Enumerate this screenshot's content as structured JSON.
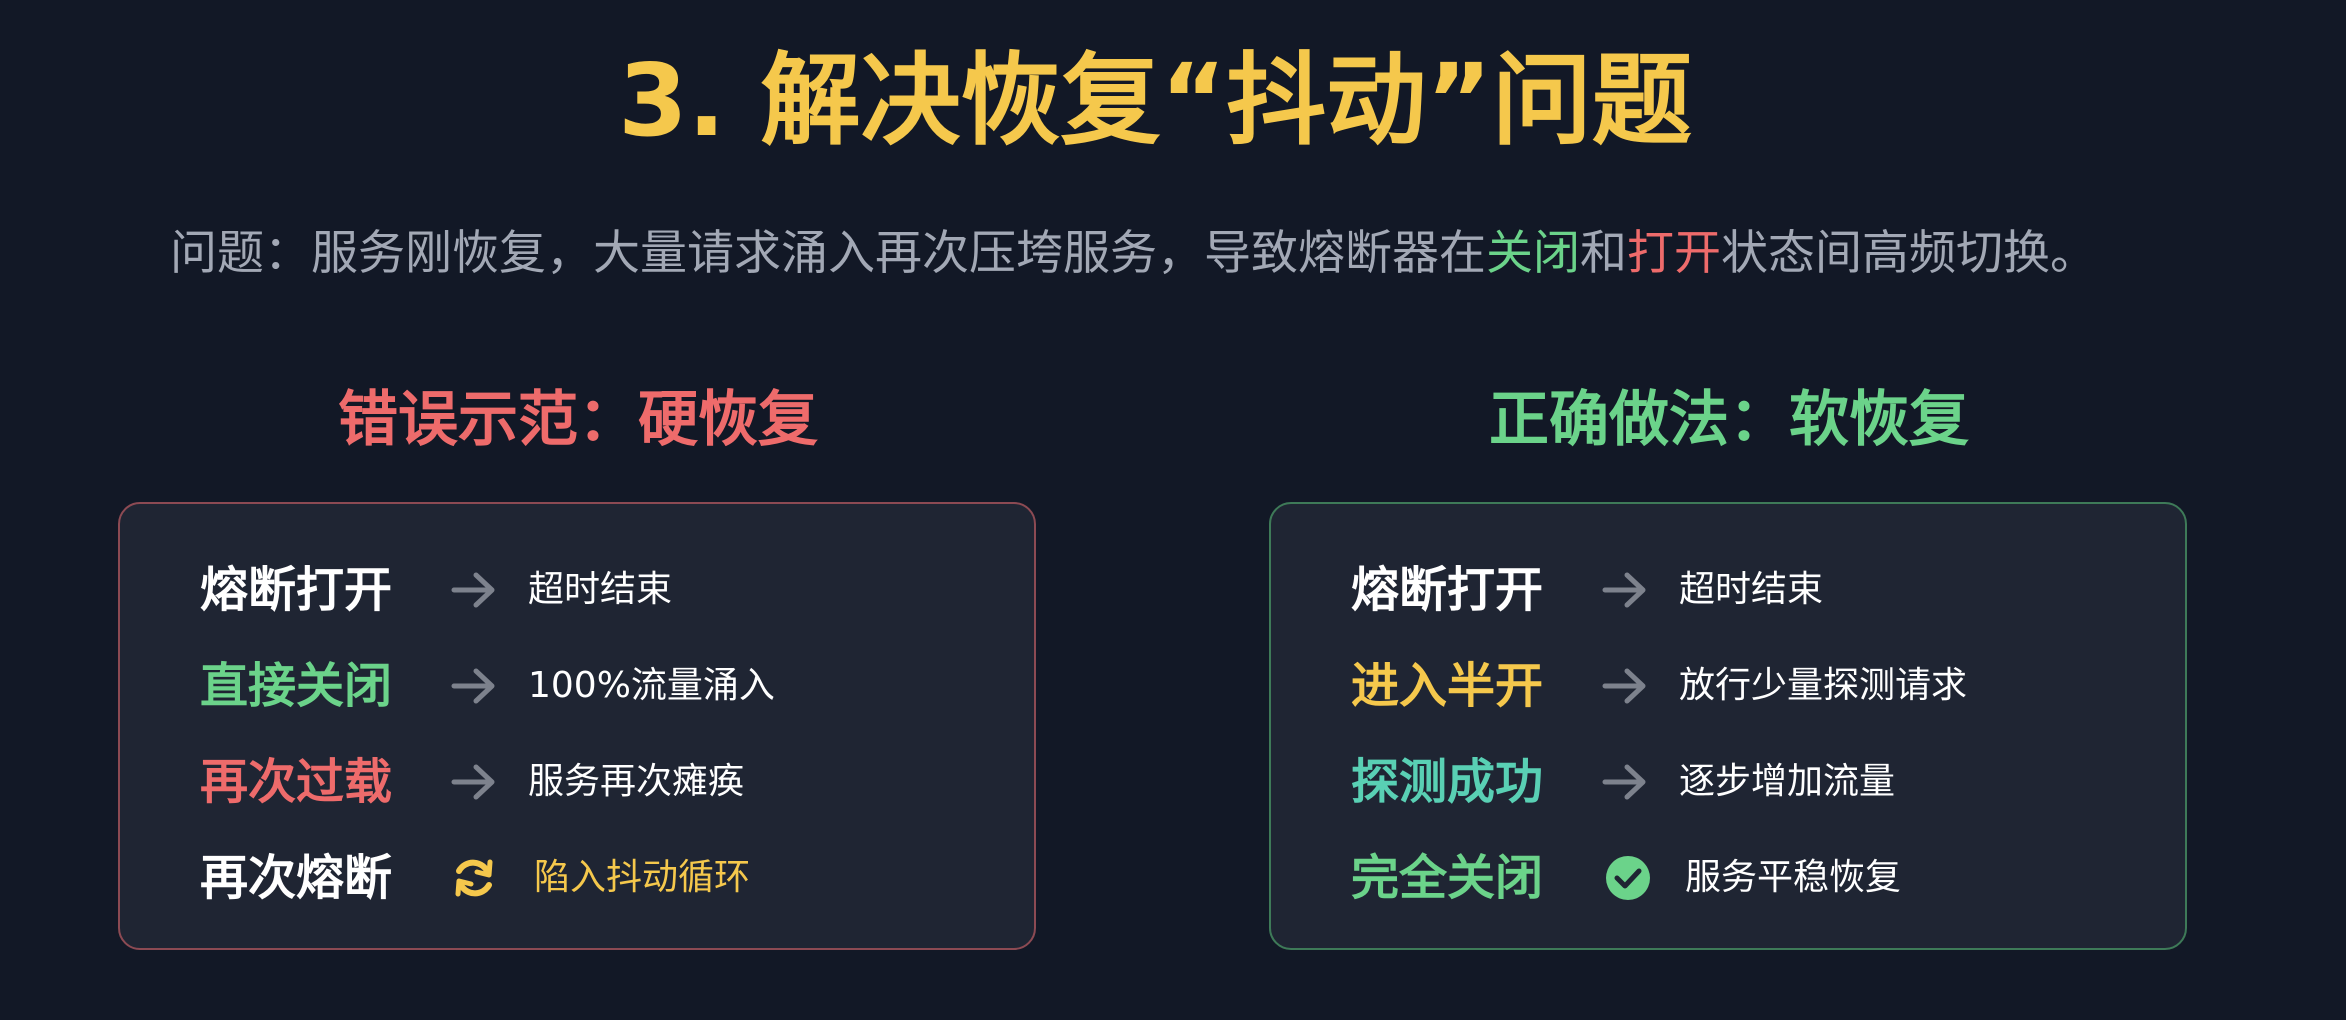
{
  "header": {
    "title": "3. 解决恢复“抖动”问题",
    "subtitle_pre": "问题：服务刚恢复，大量请求涌入再次压垮服务，导致熔断器在",
    "subtitle_green": "关闭",
    "subtitle_mid": "和",
    "subtitle_red": "打开",
    "subtitle_post": "状态间高频切换。"
  },
  "left": {
    "title": "错误示范：硬恢复",
    "rows": [
      {
        "label": "熔断打开",
        "desc": "超时结束",
        "icon": "arrow-right-icon"
      },
      {
        "label": "直接关闭",
        "desc": "100%流量涌入",
        "icon": "arrow-right-icon"
      },
      {
        "label": "再次过载",
        "desc": "服务再次瘫痪",
        "icon": "arrow-right-icon"
      },
      {
        "label": "再次熔断",
        "desc": "陷入抖动循环",
        "icon": "refresh-cycle-icon"
      }
    ]
  },
  "right": {
    "title": "正确做法：软恢复",
    "rows": [
      {
        "label": "熔断打开",
        "desc": "超时结束",
        "icon": "arrow-right-icon"
      },
      {
        "label": "进入半开",
        "desc": "放行少量探测请求",
        "icon": "arrow-right-icon"
      },
      {
        "label": "探测成功",
        "desc": "逐步增加流量",
        "icon": "arrow-right-icon"
      },
      {
        "label": "完全关闭",
        "desc": "服务平稳恢复",
        "icon": "check-circle-icon"
      }
    ]
  },
  "colors": {
    "background": "#121826",
    "card": "#1F2533",
    "title_yellow": "#F5C84C",
    "green": "#6BD38A",
    "red": "#EE6B6B",
    "teal": "#59D0B4",
    "arrow_gray": "#7D828D"
  }
}
